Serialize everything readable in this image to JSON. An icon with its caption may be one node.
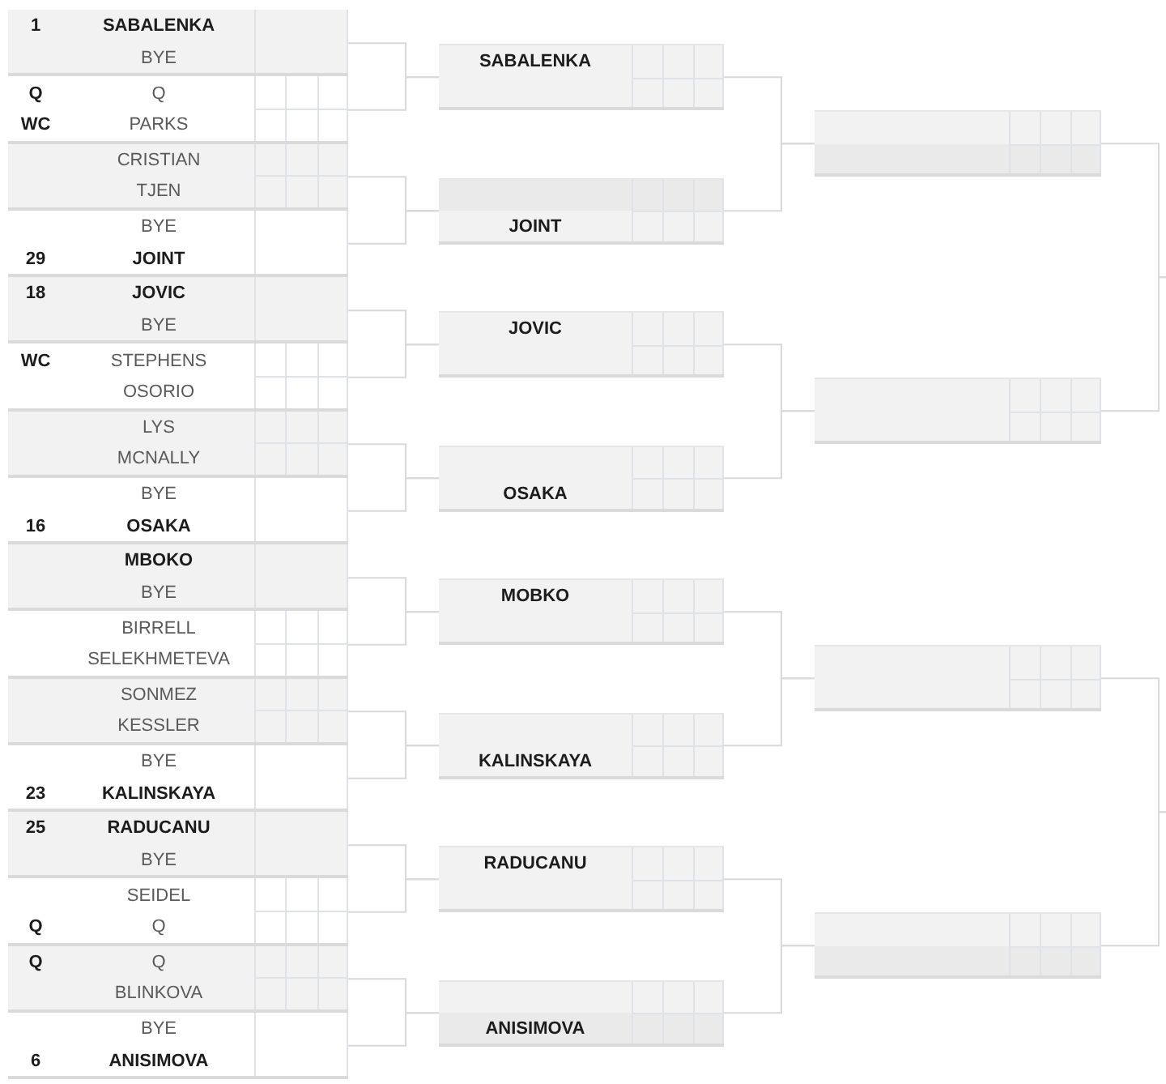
{
  "diagram": {
    "nodes": [
      {
        "text": [
          "1",
          "SABALENKA",
          "BYE"
        ]
      },
      {
        "text": [
          "Q",
          "Q",
          "WC",
          "PARKS"
        ]
      },
      {
        "text": [
          "CRISTIAN",
          "TJEN"
        ]
      },
      {
        "text": [
          "BYE",
          "29",
          "JOINT"
        ]
      },
      {
        "text": [
          "18",
          "JOVIC",
          "BYE"
        ]
      },
      {
        "text": [
          "WC",
          "STEPHENS",
          "OSORIO"
        ]
      },
      {
        "text": [
          "LYS",
          "MCNALLY"
        ]
      },
      {
        "text": [
          "BYE",
          "16",
          "OSAKA"
        ]
      },
      {
        "text": [
          "MBOKO",
          "BYE"
        ]
      },
      {
        "text": [
          "BIRRELL",
          "SELEKHMETEVA"
        ]
      },
      {
        "text": [
          "SONMEZ",
          "KESSLER"
        ]
      },
      {
        "text": [
          "BYE",
          "23",
          "KALINSKAYA"
        ]
      },
      {
        "text": [
          "25",
          "RADUCANU",
          "BYE"
        ]
      },
      {
        "text": [
          "SEIDEL",
          "Q",
          "Q"
        ]
      },
      {
        "text": [
          "Q",
          "Q",
          "BLINKOVA"
        ]
      },
      {
        "text": [
          "BYE",
          "6",
          "ANISIMOVA"
        ]
      },
      {
        "text": [
          "SABALENKA"
        ]
      },
      {
        "text": [
          "JOINT"
        ]
      },
      {
        "text": [
          "JOVIC"
        ]
      },
      {
        "text": [
          "OSAKA"
        ]
      },
      {
        "text": [
          "MOBKO"
        ]
      },
      {
        "text": [
          "KALINSKAYA"
        ]
      },
      {
        "text": [
          "RADUCANU"
        ]
      },
      {
        "text": [
          "ANISIMOVA"
        ]
      },
      {
        "text": [],
        "shape": "box"
      },
      {
        "text": [],
        "shape": "box"
      },
      {
        "text": [],
        "shape": "box"
      },
      {
        "text": [],
        "shape": "box"
      }
    ],
    "edges": [
      {
        "from": 0,
        "to": 16,
        "arrow": "none"
      },
      {
        "from": 1,
        "to": 16,
        "arrow": "none"
      },
      {
        "from": 2,
        "to": 17,
        "arrow": "none"
      },
      {
        "from": 3,
        "to": 17,
        "arrow": "none"
      },
      {
        "from": 4,
        "to": 18,
        "arrow": "none"
      },
      {
        "from": 5,
        "to": 18,
        "arrow": "none"
      },
      {
        "from": 6,
        "to": 19,
        "arrow": "none"
      },
      {
        "from": 7,
        "to": 19,
        "arrow": "none"
      },
      {
        "from": 8,
        "to": 20,
        "arrow": "none"
      },
      {
        "from": 9,
        "to": 20,
        "arrow": "none"
      },
      {
        "from": 10,
        "to": 21,
        "arrow": "none"
      },
      {
        "from": 11,
        "to": 21,
        "arrow": "none"
      },
      {
        "from": 12,
        "to": 22,
        "arrow": "none"
      },
      {
        "from": 13,
        "to": 22,
        "arrow": "none"
      },
      {
        "from": 14,
        "to": 23,
        "arrow": "none"
      },
      {
        "from": 15,
        "to": 23,
        "arrow": "none"
      },
      {
        "from": 16,
        "to": 24,
        "arrow": "none"
      },
      {
        "from": 17,
        "to": 24,
        "arrow": "none"
      },
      {
        "from": 18,
        "to": 25,
        "arrow": "none"
      },
      {
        "from": 19,
        "to": 25,
        "arrow": "none"
      },
      {
        "from": 20,
        "to": 26,
        "arrow": "none"
      },
      {
        "from": 21,
        "to": 26,
        "arrow": "none"
      },
      {
        "from": 22,
        "to": 27,
        "arrow": "none"
      },
      {
        "from": 23,
        "to": 27,
        "arrow": "none"
      },
      {
        "from": 24,
        "to": null,
        "arrow": "none"
      },
      {
        "from": 25,
        "to": null,
        "arrow": "none"
      },
      {
        "from": 26,
        "to": null,
        "arrow": "none"
      },
      {
        "from": 27,
        "to": null,
        "arrow": "none"
      }
    ]
  }
}
